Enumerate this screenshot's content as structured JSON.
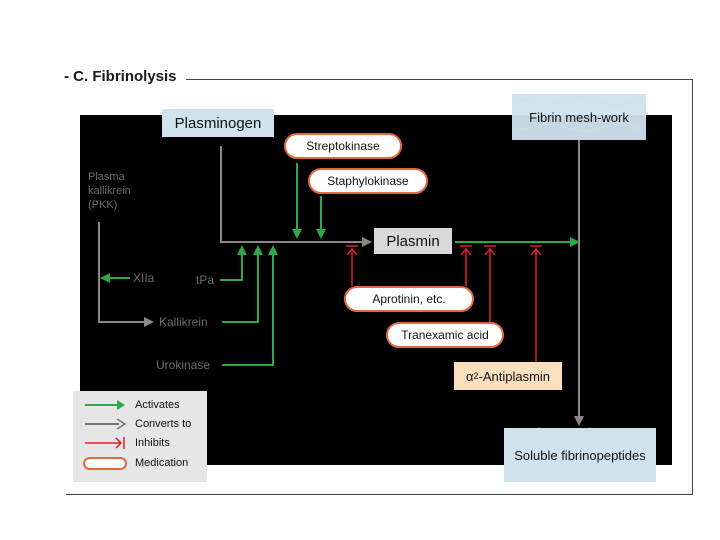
{
  "section": {
    "title": "- C. Fibrinolysis"
  },
  "nodes": {
    "plasminogen": "Plasminogen",
    "plasmin": "Plasmin",
    "fibrin": "Fibrin mesh-work",
    "soluble": "Soluble fibrinopeptides",
    "pkk_line1": "Plasma",
    "pkk_line2": "kallikrein",
    "pkk_line3": "(PKK)",
    "xiia": "XIIa",
    "tpa": "tPa",
    "kallikrein": "Kallikrein",
    "urokinase": "Urokinase"
  },
  "medications": {
    "streptokinase": "Streptokinase",
    "staphylokinase": "Staphylokinase",
    "aprotinin": "Aprotinin, etc.",
    "tranexamic": "Tranexamic acid"
  },
  "inhibitor": {
    "alpha_symbol": "α",
    "alpha_sub": "2",
    "alpha_rest": "-Antiplasmin"
  },
  "legend": {
    "activates": "Activates",
    "converts": "Converts to",
    "inhibits": "Inhibits",
    "medication": "Medication"
  },
  "colors": {
    "activates": "#2ea84a",
    "converts": "#777777",
    "inhibits": "#e0202a",
    "medication_border": "#e06a40",
    "node_blue": "#cfe3ef",
    "node_peach": "#fbe0c0"
  }
}
